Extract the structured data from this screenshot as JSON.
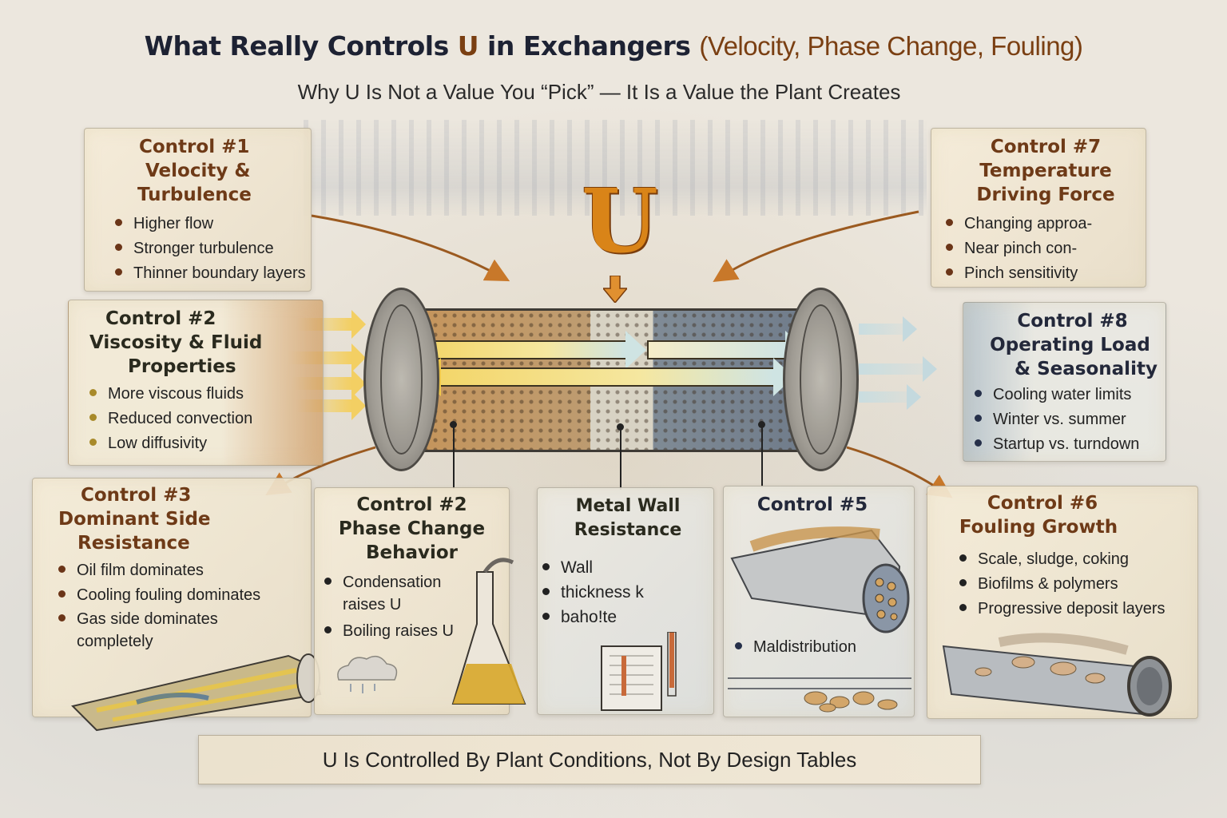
{
  "header": {
    "title_part1": "What Really Controls ",
    "title_u": "U",
    "title_part2": " in Exchangers ",
    "title_paren": "(Velocity, Phase Change, Fouling)",
    "subtitle": "Why U Is Not a Value You “Pick” — It Is a Value the Plant Creates"
  },
  "center": {
    "symbol": "U",
    "icons": [
      "heat-exchanger-tube",
      "flow-arrow",
      "down-arrow",
      "refinery-skyline"
    ]
  },
  "colors": {
    "title_navy": "#1d2233",
    "accent_brown": "#7a3f12",
    "u_orange": "#d98418",
    "paper": "#ece7de",
    "hot_flow": "#f3d66a",
    "cold_flow": "#cfe4e3"
  },
  "controls": [
    {
      "id": "control-1",
      "heading": "Control #1",
      "title_lines": [
        "Velocity &",
        "Turbulence"
      ],
      "bullets": [
        "Higher flow",
        "Stronger turbulence",
        "Thinner boundary layers"
      ]
    },
    {
      "id": "control-2-viscosity",
      "heading": "Control #2",
      "title_lines": [
        "Viscosity & Fluid",
        "Properties"
      ],
      "bullets": [
        "More viscous fluids",
        "Reduced convection",
        "Low diffusivity"
      ]
    },
    {
      "id": "control-3",
      "heading": "Control #3",
      "title_lines": [
        "Dominant Side",
        "Resistance"
      ],
      "bullets": [
        "Oil film dominates",
        "Cooling fouling dominates",
        "Gas side dominates completely"
      ]
    },
    {
      "id": "control-2-phase",
      "heading": "Control #2",
      "title_lines": [
        "Phase Change",
        "Behavior"
      ],
      "bullets": [
        "Condensation raises U",
        "Boiling raises U"
      ]
    },
    {
      "id": "metal-wall",
      "heading": "",
      "title_lines": [
        "Metal Wall",
        "Resistance"
      ],
      "bullets": [
        "Wall",
        "thickness k",
        "baho!te"
      ]
    },
    {
      "id": "control-5",
      "heading": "Control #5",
      "title_lines": [],
      "bullets": [
        "Maldistribution"
      ]
    },
    {
      "id": "control-6",
      "heading": "Control #6",
      "title_lines": [
        "Fouling Growth"
      ],
      "bullets": [
        "Scale, sludge, coking",
        "Biofilms & polymers",
        "Progressive deposit layers"
      ]
    },
    {
      "id": "control-7",
      "heading": "Control #7",
      "title_lines": [
        "Temperature",
        "Driving Force"
      ],
      "bullets": [
        "Changing approa-",
        "Near pinch con-",
        "Pinch sensitivity"
      ]
    },
    {
      "id": "control-8",
      "heading": "Control #8",
      "title_lines": [
        "Operating Load",
        "& Seasonality"
      ],
      "bullets": [
        "Cooling water limits",
        "Winter vs. summer",
        "Startup vs. turndown"
      ]
    }
  ],
  "footer": {
    "text": "U Is Controlled By Plant Conditions, Not By Design Tables"
  }
}
